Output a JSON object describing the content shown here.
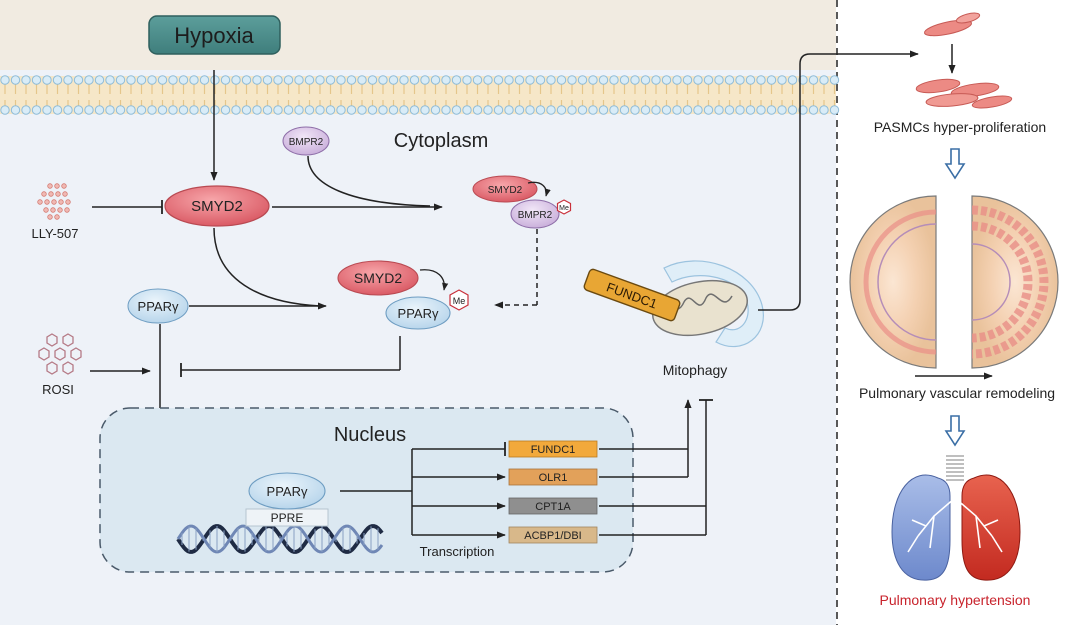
{
  "hypoxia": "Hypoxia",
  "cytoplasm": "Cytoplasm",
  "nucleus": "Nucleus",
  "inhibitors": {
    "lly507": "LLY-507",
    "rosi": "ROSI"
  },
  "proteins": {
    "smyd2": "SMYD2",
    "bmpr2": "BMPR2",
    "ppar": "PPARγ",
    "me": "Me",
    "fundc1": "FUNDC1",
    "ppre": "PPRE"
  },
  "genes": [
    "FUNDC1",
    "OLR1",
    "CPT1A",
    "ACBP1/DBI"
  ],
  "transcription": "Transcription",
  "mitophagy": "Mitophagy",
  "outcomes": {
    "proliferation": "PASMCs hyper-proliferation",
    "remodeling": "Pulmonary vascular remodeling",
    "hypertension": "Pulmonary hypertension"
  },
  "colors": {
    "smyd2": "#e8737a",
    "ppar": "#cfe4f3",
    "bmpr2": "#dcc8e8",
    "me": "#c9303a",
    "fundc1": "#e8a634",
    "hypoxia_box": "#4f8f8d",
    "hypertension_text": "#c8232c",
    "gene_fundc1": "#f2a93b",
    "gene_olr1": "#e2a15a",
    "gene_cpt1a": "#8f8f8f",
    "gene_acbp1": "#d8b88a",
    "lung_left": "#7f9ad6",
    "lung_right": "#d2382a"
  }
}
